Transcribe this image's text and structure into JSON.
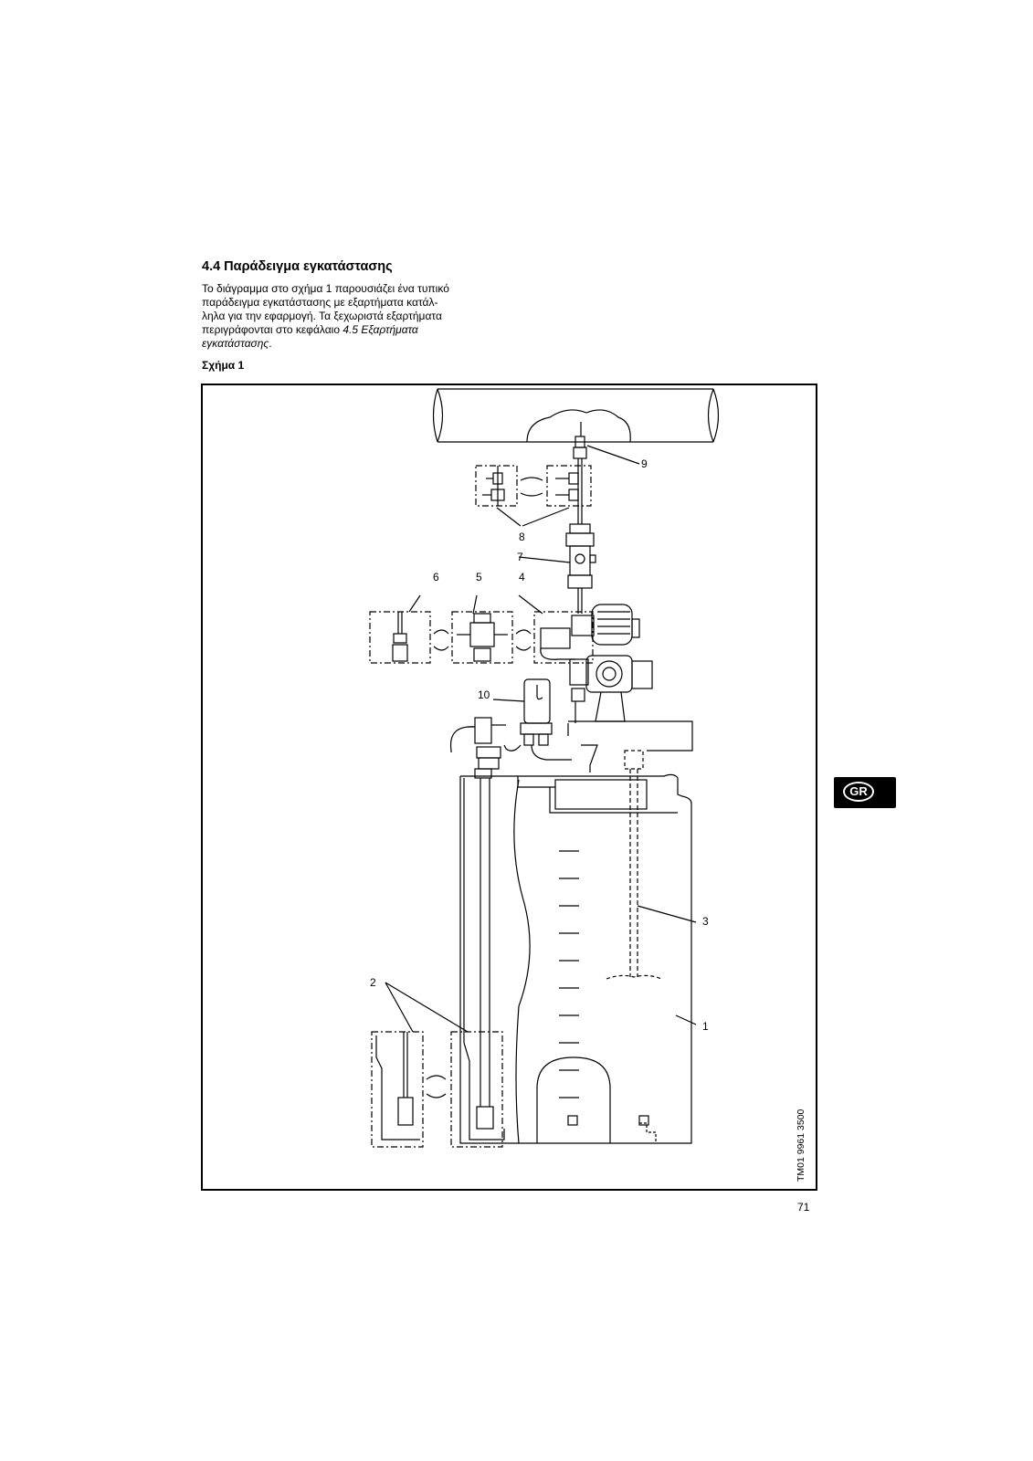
{
  "section": {
    "heading": "4.4 Παράδειγμα εγκατάστασης",
    "paragraph_lines": [
      "Το διάγραμμα στο σχήμα 1 παρουσιάζει ένα τυπικό",
      "παράδειγμα εγκατάστασης με εξαρτήματα κατάλ-",
      "ληλα για την εφαρμογή. Τα ξεχωριστά εξαρτήματα",
      "περιγράφονται στο κεφάλαιο "
    ],
    "ref_part1": "4.5 Εξαρτήματα",
    "ref_part2": "εγκατάστασης",
    "ref_end": "."
  },
  "figure": {
    "label": "Σχήμα 1",
    "callouts": [
      "1",
      "2",
      "3",
      "4",
      "5",
      "6",
      "7",
      "8",
      "9",
      "10"
    ],
    "drawing_code": "TM01 9961 3500"
  },
  "language_badge": "GR",
  "page_number": "71"
}
